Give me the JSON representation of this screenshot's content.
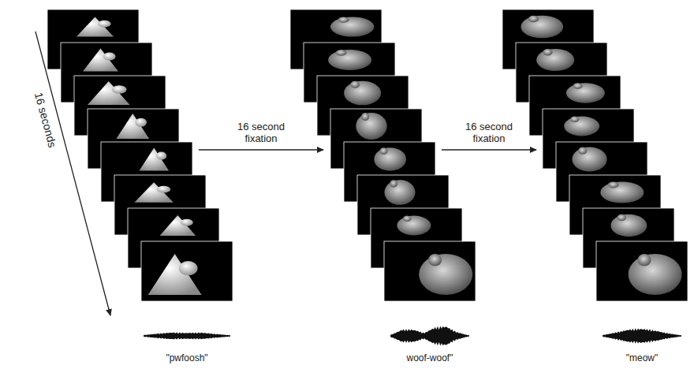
{
  "diagram": {
    "labels": [
      "16 seconds",
      "16 second fixation",
      "16 second fixation",
      "\"pwfoosh\"",
      "woof-woof\"",
      "\"meow\""
    ]
  }
}
